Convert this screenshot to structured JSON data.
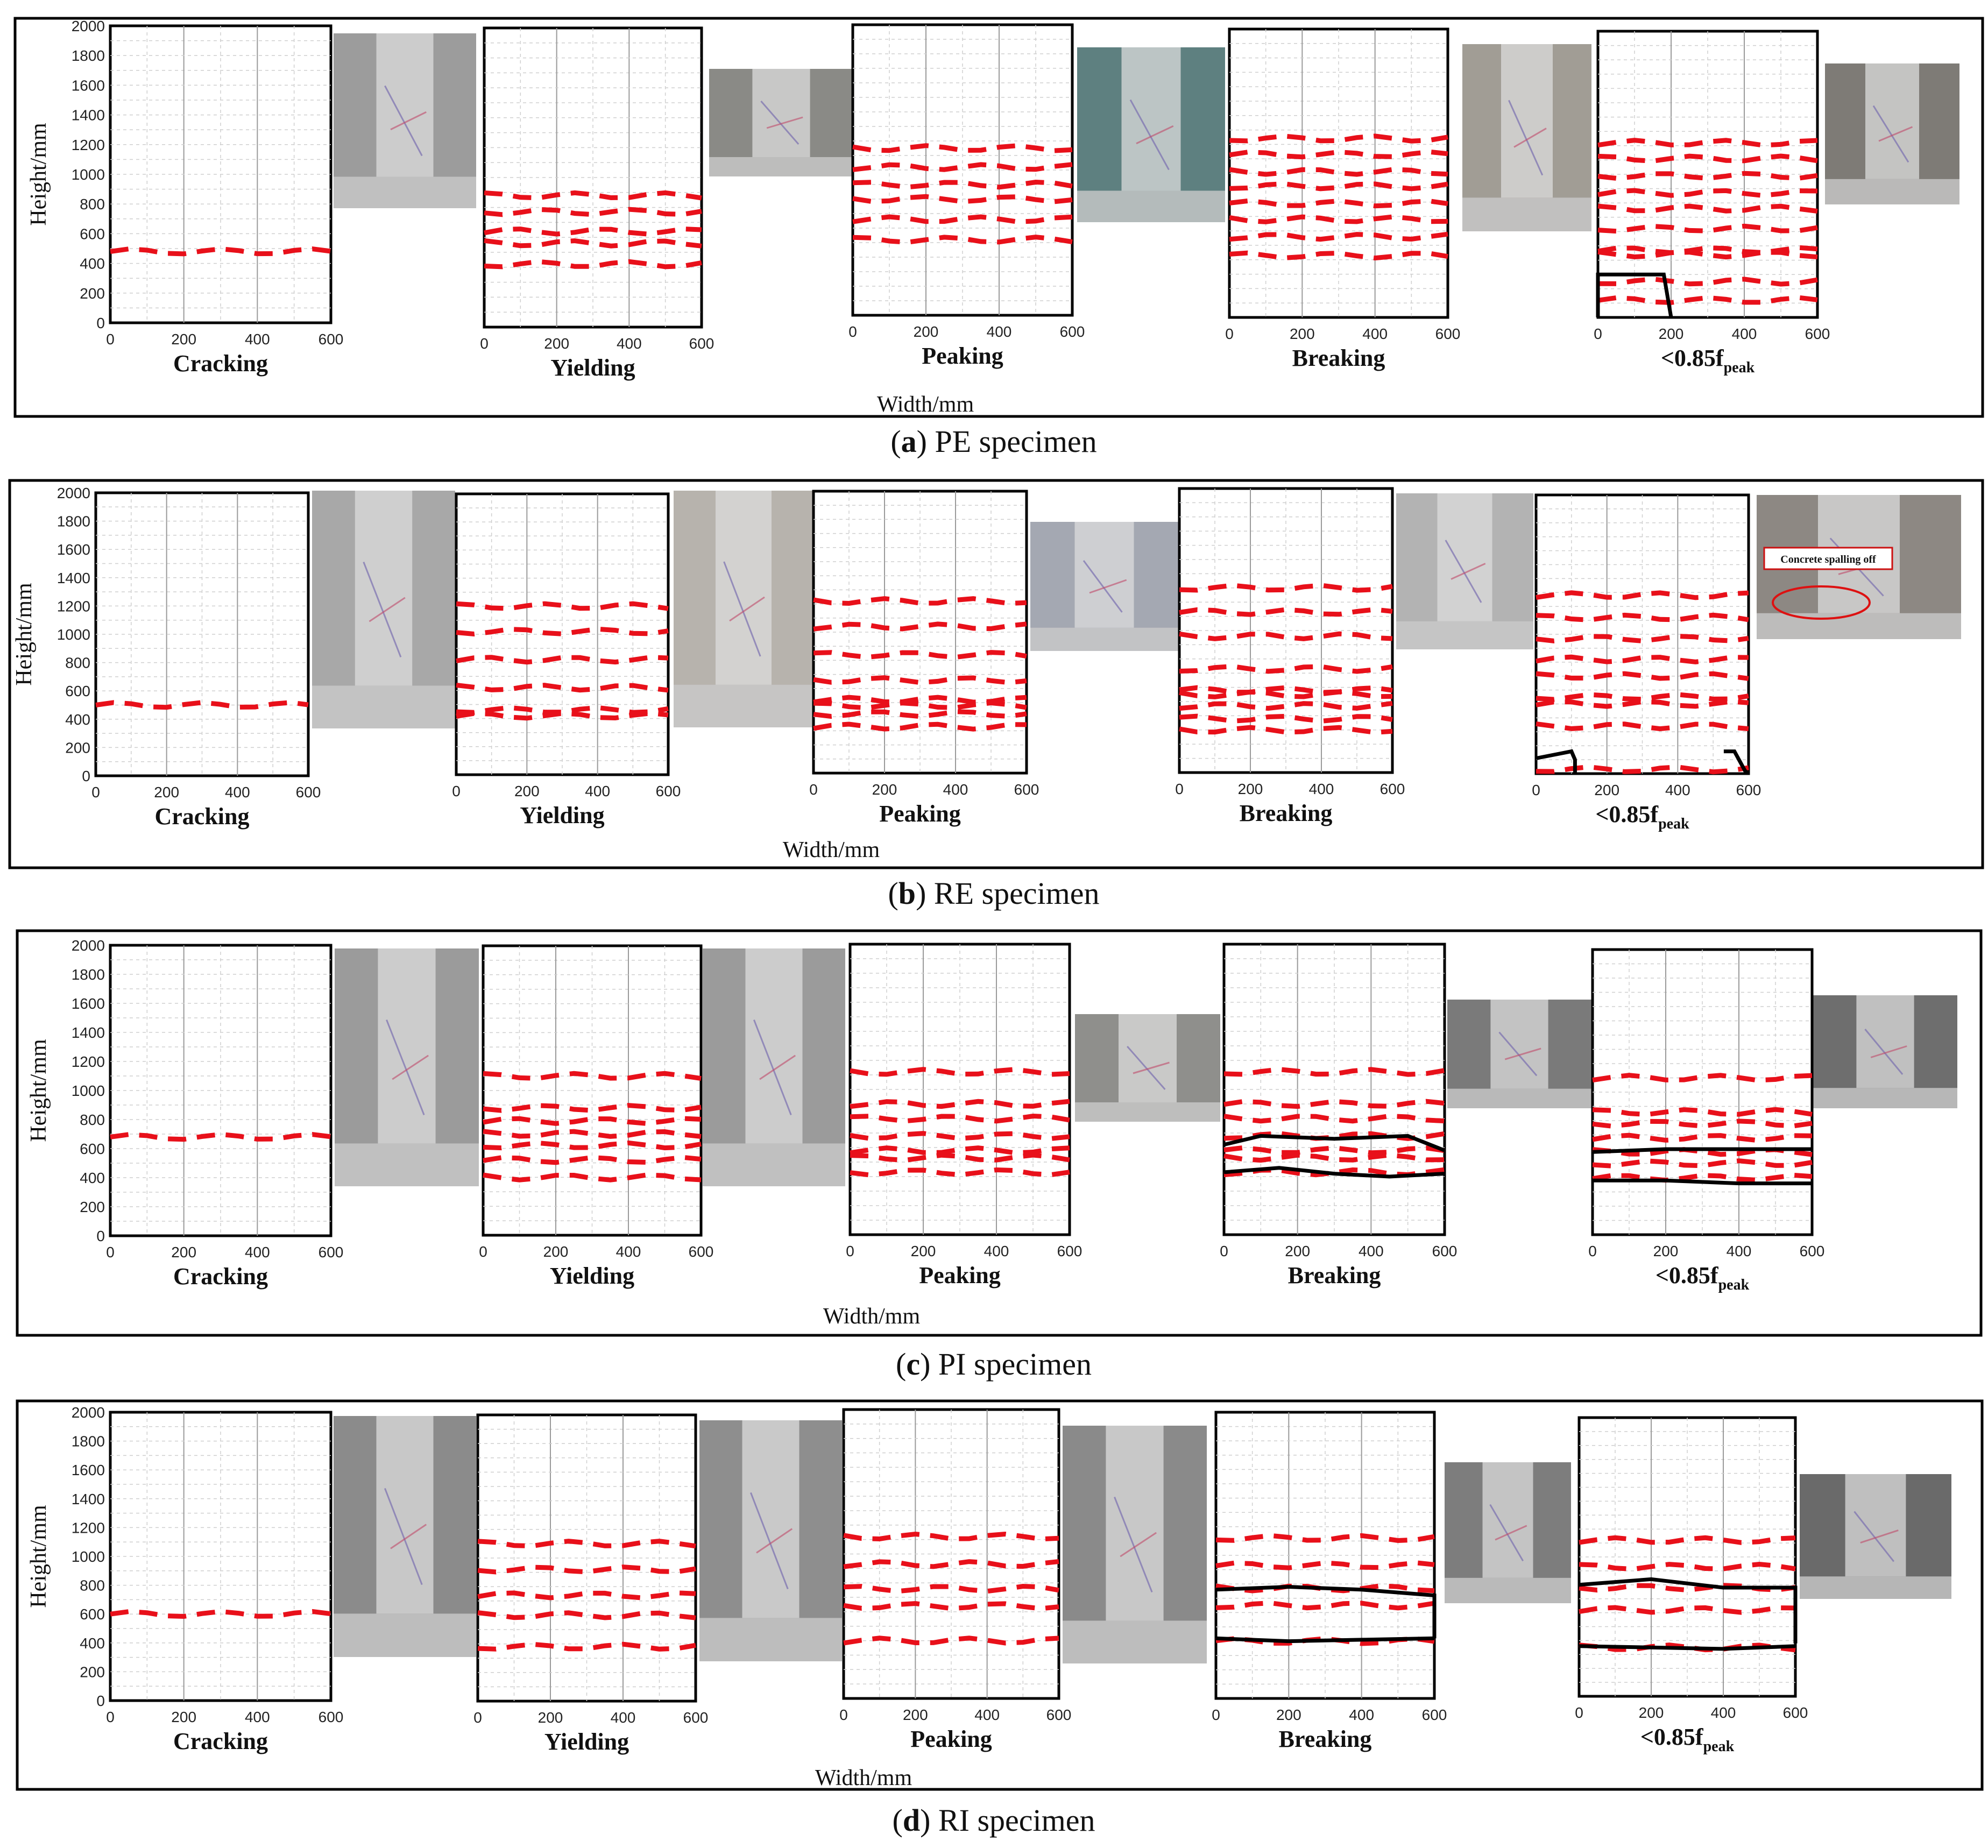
{
  "chart_data": [
    {
      "type": "line",
      "panel": "(a) PE specimen",
      "caption": {
        "letter": "a",
        "rest": "PE specimen"
      },
      "ylabel": "Height/mm",
      "xlabel": "Width/mm",
      "xlim": [
        0,
        600
      ],
      "ylim": [
        0,
        2000
      ],
      "xticks": [
        0,
        200,
        400,
        600
      ],
      "yticks": [
        0,
        200,
        400,
        600,
        800,
        1000,
        1200,
        1400,
        1600,
        1800,
        2000
      ],
      "stages": [
        {
          "label": "Cracking",
          "cracks": [
            480
          ],
          "damage": []
        },
        {
          "label": "Yielding",
          "cracks": [
            880,
            770,
            640,
            560,
            420
          ],
          "damage": []
        },
        {
          "label": "Peaking",
          "cracks": [
            1150,
            1020,
            900,
            800,
            660,
            520
          ],
          "damage": []
        },
        {
          "label": "Breaking",
          "cracks": [
            1240,
            1130,
            1010,
            910,
            790,
            680,
            560,
            430
          ],
          "damage": []
        },
        {
          "label": "<0.85f",
          "sub": "peak",
          "cracks": [
            1220,
            1110,
            990,
            870,
            760,
            620,
            470,
            440,
            250,
            120
          ],
          "damage": [
            {
              "x": [
                0,
                0,
                180,
                190,
                200
              ],
              "y": [
                0,
                300,
                300,
                150,
                0
              ]
            }
          ]
        }
      ]
    },
    {
      "type": "line",
      "panel": "(b) RE specimen",
      "caption": {
        "letter": "b",
        "rest": "RE specimen"
      },
      "ylabel": "Height/mm",
      "xlabel": "Width/mm",
      "xlim": [
        0,
        600
      ],
      "ylim": [
        0,
        2000
      ],
      "xticks": [
        0,
        200,
        400,
        600
      ],
      "yticks": [
        0,
        200,
        400,
        600,
        800,
        1000,
        1200,
        1400,
        1600,
        1800,
        2000
      ],
      "stages": [
        {
          "label": "Cracking",
          "cracks": [
            500
          ],
          "damage": []
        },
        {
          "label": "Yielding",
          "cracks": [
            1200,
            1020,
            820,
            620,
            460,
            420
          ],
          "damage": []
        },
        {
          "label": "Peaking",
          "cracks": [
            1220,
            1040,
            840,
            660,
            520,
            480,
            420,
            330
          ],
          "damage": []
        },
        {
          "label": "Breaking",
          "cracks": [
            1300,
            1130,
            960,
            730,
            580,
            550,
            470,
            380,
            300
          ],
          "damage": []
        },
        {
          "label": "<0.85f",
          "sub": "peak",
          "cracks": [
            1280,
            1120,
            970,
            820,
            700,
            550,
            500,
            340,
            30
          ],
          "damage": [
            {
              "x": [
                0,
                100,
                110,
                110
              ],
              "y": [
                110,
                160,
                100,
                0
              ]
            },
            {
              "x": [
                530,
                560,
                590,
                600
              ],
              "y": [
                160,
                160,
                20,
                0
              ]
            }
          ]
        }
      ]
    },
    {
      "type": "line",
      "panel": "(c) PI specimen",
      "caption": {
        "letter": "c",
        "rest": "PI specimen"
      },
      "ylabel": "Height/mm",
      "xlabel": "Width/mm",
      "xlim": [
        0,
        600
      ],
      "ylim": [
        0,
        2000
      ],
      "xticks": [
        0,
        200,
        400,
        600
      ],
      "yticks": [
        0,
        200,
        400,
        600,
        800,
        1000,
        1200,
        1400,
        1600,
        1800,
        2000
      ],
      "stages": [
        {
          "label": "Cracking",
          "cracks": [
            680
          ],
          "damage": []
        },
        {
          "label": "Yielding",
          "cracks": [
            1100,
            880,
            790,
            700,
            620,
            520,
            400
          ],
          "damage": []
        },
        {
          "label": "Peaking",
          "cracks": [
            1120,
            900,
            800,
            680,
            580,
            530,
            430
          ],
          "damage": []
        },
        {
          "label": "Breaking",
          "cracks": [
            1120,
            900,
            800,
            680,
            580,
            530,
            430
          ],
          "damage": [
            {
              "x": [
                0,
                100,
                300,
                500,
                600
              ],
              "y": [
                620,
                680,
                660,
                680,
                580
              ]
            },
            {
              "x": [
                0,
                150,
                300,
                450,
                600
              ],
              "y": [
                430,
                460,
                420,
                400,
                420
              ]
            }
          ]
        },
        {
          "label": "<0.85f",
          "sub": "peak",
          "cracks": [
            1100,
            860,
            780,
            680,
            580,
            500,
            400
          ],
          "damage": [
            {
              "x": [
                0,
                200,
                400,
                600
              ],
              "y": [
                580,
                600,
                600,
                600
              ]
            },
            {
              "x": [
                0,
                200,
                400,
                600
              ],
              "y": [
                380,
                380,
                360,
                360
              ]
            }
          ]
        }
      ]
    },
    {
      "type": "line",
      "panel": "(d) RI specimen",
      "caption": {
        "letter": "d",
        "rest": "RI specimen"
      },
      "ylabel": "Height/mm",
      "xlabel": "Width/mm",
      "xlim": [
        0,
        600
      ],
      "ylim": [
        0,
        2000
      ],
      "xticks": [
        0,
        200,
        400,
        600
      ],
      "yticks": [
        0,
        200,
        400,
        600,
        800,
        1000,
        1200,
        1400,
        1600,
        1800,
        2000
      ],
      "stages": [
        {
          "label": "Cracking",
          "cracks": [
            600
          ],
          "damage": []
        },
        {
          "label": "Yielding",
          "cracks": [
            1100,
            920,
            740,
            600,
            380
          ],
          "damage": []
        },
        {
          "label": "Peaking",
          "cracks": [
            1120,
            930,
            760,
            640,
            400
          ],
          "damage": []
        },
        {
          "label": "Breaking",
          "cracks": [
            1120,
            930,
            770,
            650,
            400
          ],
          "damage": [
            {
              "x": [
                0,
                200,
                400,
                600,
                600
              ],
              "y": [
                760,
                780,
                760,
                720,
                420
              ]
            },
            {
              "x": [
                0,
                200,
                400,
                600
              ],
              "y": [
                420,
                400,
                410,
                420
              ]
            }
          ]
        },
        {
          "label": "<0.85f",
          "sub": "peak",
          "cracks": [
            1120,
            930,
            780,
            620,
            350
          ],
          "damage": [
            {
              "x": [
                0,
                200,
                400,
                600,
                600
              ],
              "y": [
                800,
                840,
                780,
                780,
                380
              ]
            },
            {
              "x": [
                0,
                200,
                400,
                600
              ],
              "y": [
                360,
                350,
                340,
                360
              ]
            }
          ]
        }
      ]
    }
  ],
  "photos": [
    {
      "name": "pe-crack-photo",
      "color": "#9c9c9c"
    },
    {
      "name": "pe-yield-photo",
      "color": "#8a8a86"
    },
    {
      "name": "pe-peak-photo",
      "color": "#5e8080"
    },
    {
      "name": "pe-break-photo",
      "color": "#a19d95"
    },
    {
      "name": "pe-failure-photo",
      "color": "#7e7b76"
    },
    {
      "name": "re-crack-photo",
      "color": "#a8a8a8"
    },
    {
      "name": "re-yield-photo",
      "color": "#b7b3ad"
    },
    {
      "name": "re-peak-photo",
      "color": "#a4a8b2"
    },
    {
      "name": "re-break-photo",
      "color": "#b3b3b3"
    },
    {
      "name": "re-failure-photo",
      "color": "#8d8883"
    },
    {
      "name": "pi-crack-photo",
      "color": "#9b9b9b"
    },
    {
      "name": "pi-yield-photo",
      "color": "#9b9b9b"
    },
    {
      "name": "pi-peak-photo",
      "color": "#8f8f8c"
    },
    {
      "name": "pi-break-photo",
      "color": "#7a7a7a"
    },
    {
      "name": "pi-failure-photo",
      "color": "#6e6e6e"
    },
    {
      "name": "ri-crack-photo",
      "color": "#8b8b8b"
    },
    {
      "name": "ri-yield-photo",
      "color": "#8e8e8e"
    },
    {
      "name": "ri-peak-photo",
      "color": "#8a8a8a"
    },
    {
      "name": "ri-break-photo",
      "color": "#7d7d7d"
    },
    {
      "name": "ri-failure-photo",
      "color": "#6a6a6a"
    }
  ],
  "re_failure_annotation": "Concrete spalling off"
}
